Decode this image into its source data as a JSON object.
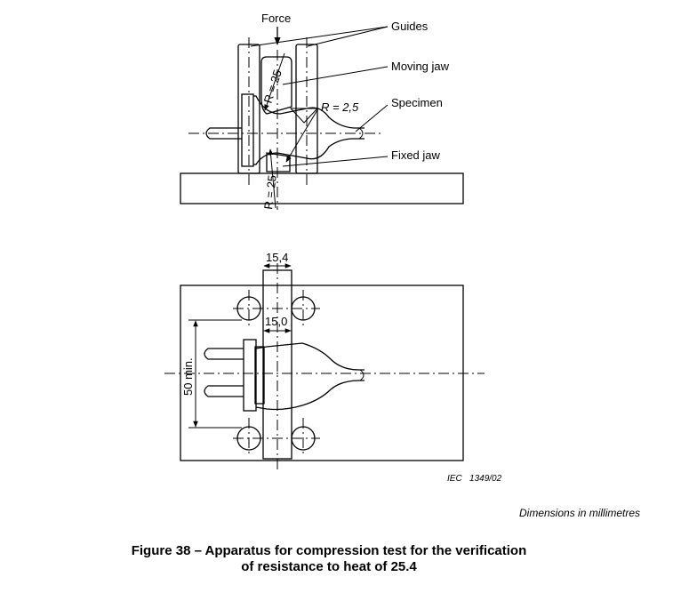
{
  "labels": {
    "force": "Force",
    "guides": "Guides",
    "moving_jaw": "Moving jaw",
    "specimen": "Specimen",
    "fixed_jaw": "Fixed jaw"
  },
  "dimensions": {
    "r_top": "R = 25",
    "r_small": "R = 2,5",
    "r_bottom": "R = 25",
    "width_outer": "15,4",
    "width_inner": "15,0",
    "height": "50 min."
  },
  "ref": "IEC   1349/02",
  "units_note": "Dimensions in millimetres",
  "caption": {
    "line1": "Figure 38 – Apparatus for compression test for the verification",
    "line2": "of resistance to heat of 25.4"
  }
}
